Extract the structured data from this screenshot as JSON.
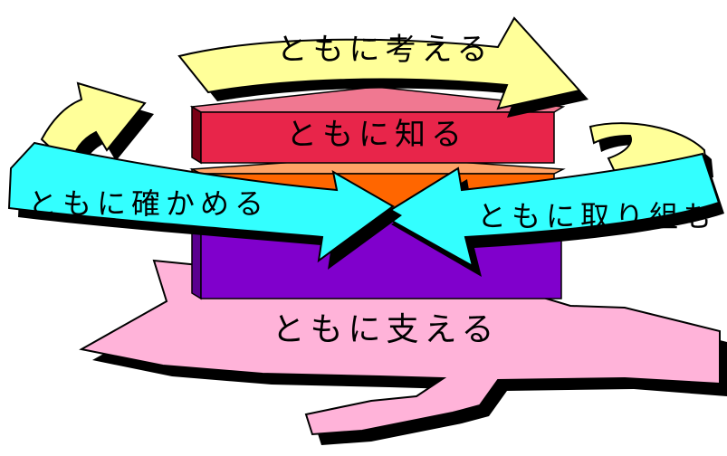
{
  "labels": {
    "think": "ともに考える",
    "know": "ともに知る",
    "confirm": "ともに確かめる",
    "tackle": "ともに取り組む",
    "support": "ともに支える"
  },
  "colors": {
    "yellow": "#ffff99",
    "red": "#e8254a",
    "orange": "#ff6600",
    "purple": "#8000cc",
    "cyan": "#33ffff",
    "pink": "#ffb3d9",
    "outline": "#000000"
  }
}
